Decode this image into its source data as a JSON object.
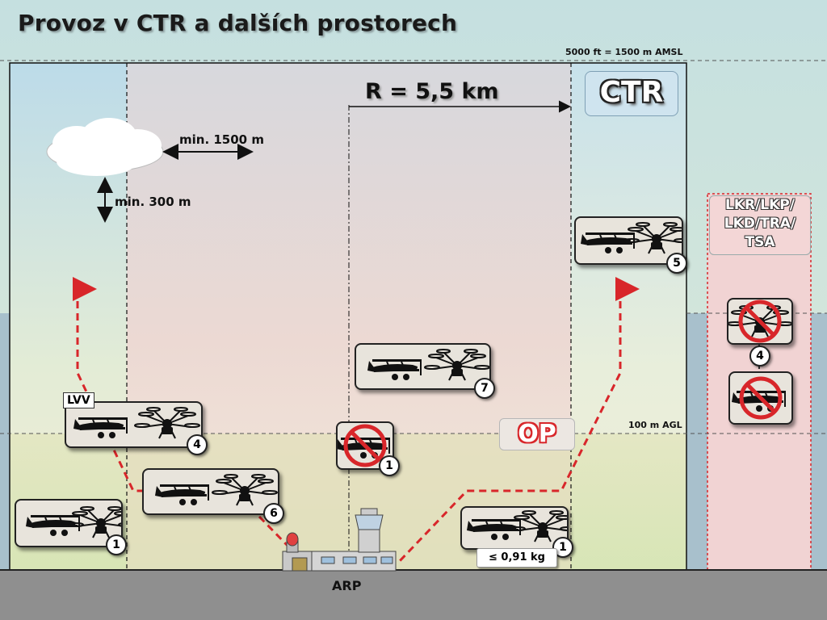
{
  "title": "Provoz v CTR a dalších prostorech",
  "labels": {
    "altitude_top": "5000 ft = 1500 m AMSL",
    "altitude_low": "100 m AGL",
    "radius": "R = 5,5 km",
    "cloud_horizontal": "min. 1500 m",
    "cloud_vertical": "min. 300 m",
    "ctr": "CTR",
    "op": "OP",
    "restricted_zones": [
      "LKR/LKP/",
      "LKD/TRA/",
      "TSA"
    ],
    "lvv": "LVV",
    "weight_limit": "≤ 0,91 kg",
    "arp": "ARP"
  },
  "categories": {
    "c1_left": "1",
    "c4_left": "4",
    "c6": "6",
    "c1_center": "1",
    "c7": "7",
    "c5": "5",
    "c1_right": "1",
    "c4_restricted": "4"
  },
  "colors": {
    "accent_red": "#d8262a",
    "ground": "#8f8f8f",
    "sky": "#cfe3e6"
  }
}
